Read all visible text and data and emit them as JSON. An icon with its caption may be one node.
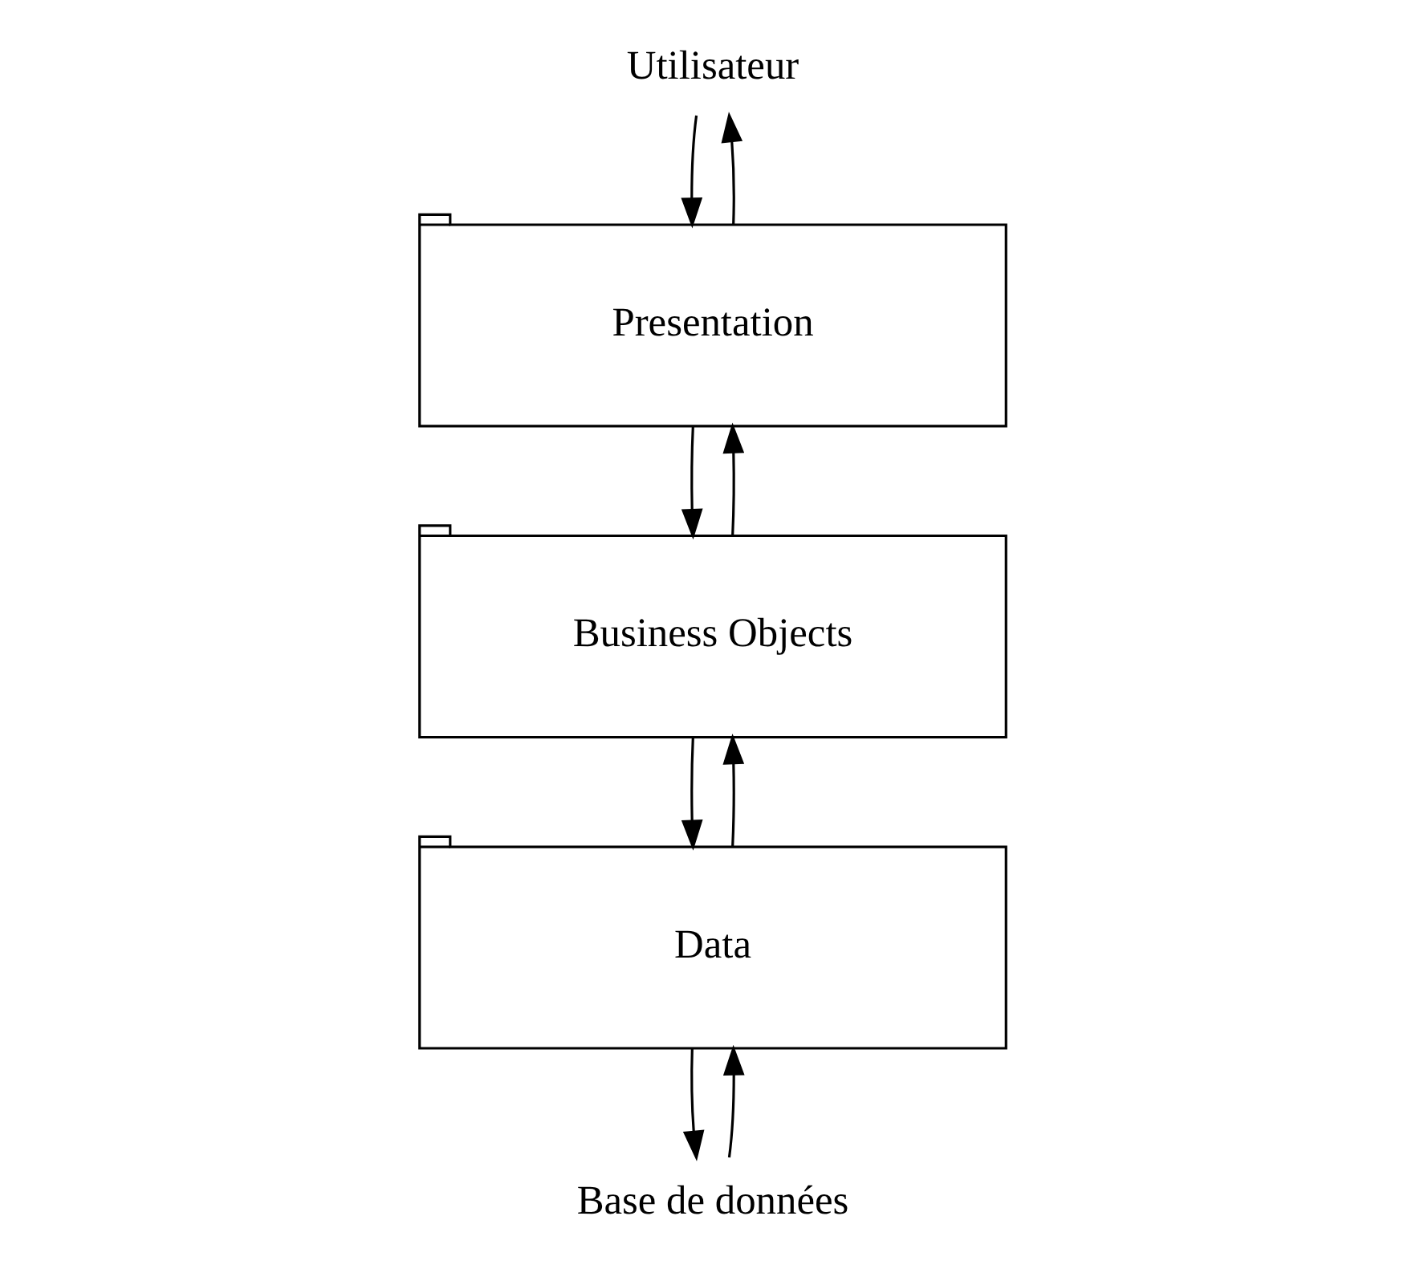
{
  "diagram": {
    "nodes": [
      {
        "text": [
          "Utilisateur"
        ]
      },
      {
        "text": [
          "Presentation"
        ]
      },
      {
        "text": [
          "Business Objects"
        ]
      },
      {
        "text": [
          "Data"
        ]
      },
      {
        "text": [
          "Base de données"
        ]
      }
    ],
    "edges": [
      {
        "from": 0,
        "to": 1,
        "arrow": "to"
      },
      {
        "from": 1,
        "to": 0,
        "arrow": "to"
      },
      {
        "from": 1,
        "to": 2,
        "arrow": "to"
      },
      {
        "from": 2,
        "to": 1,
        "arrow": "to"
      },
      {
        "from": 2,
        "to": 3,
        "arrow": "to"
      },
      {
        "from": 3,
        "to": 2,
        "arrow": "to"
      },
      {
        "from": 3,
        "to": 4,
        "arrow": "to"
      },
      {
        "from": 4,
        "to": 3,
        "arrow": "to"
      }
    ]
  }
}
